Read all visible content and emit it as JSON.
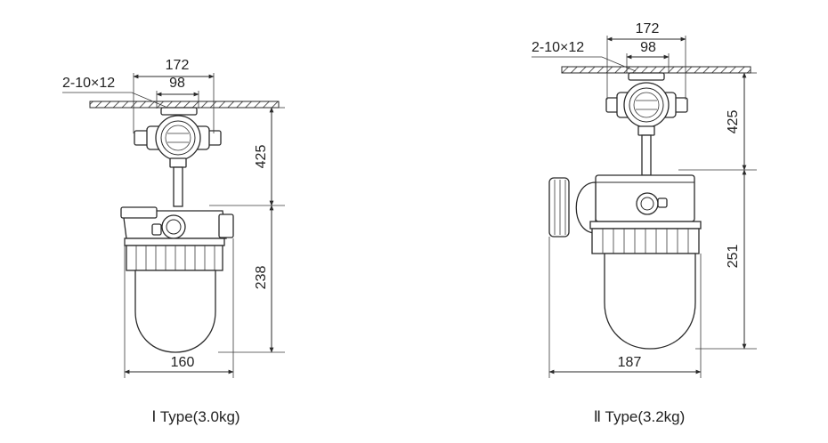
{
  "type1": {
    "hole_spec": "2-10×12",
    "dim_outer": "172",
    "dim_inner": "98",
    "dim_height_top": "425",
    "dim_height_body": "238",
    "dim_width": "160",
    "caption": "Ⅰ Type(3.0kg)"
  },
  "type2": {
    "hole_spec": "2-10×12",
    "dim_outer": "172",
    "dim_inner": "98",
    "dim_height_top": "425",
    "dim_height_body": "251",
    "dim_width": "187",
    "caption": "Ⅱ Type(3.2kg)"
  }
}
